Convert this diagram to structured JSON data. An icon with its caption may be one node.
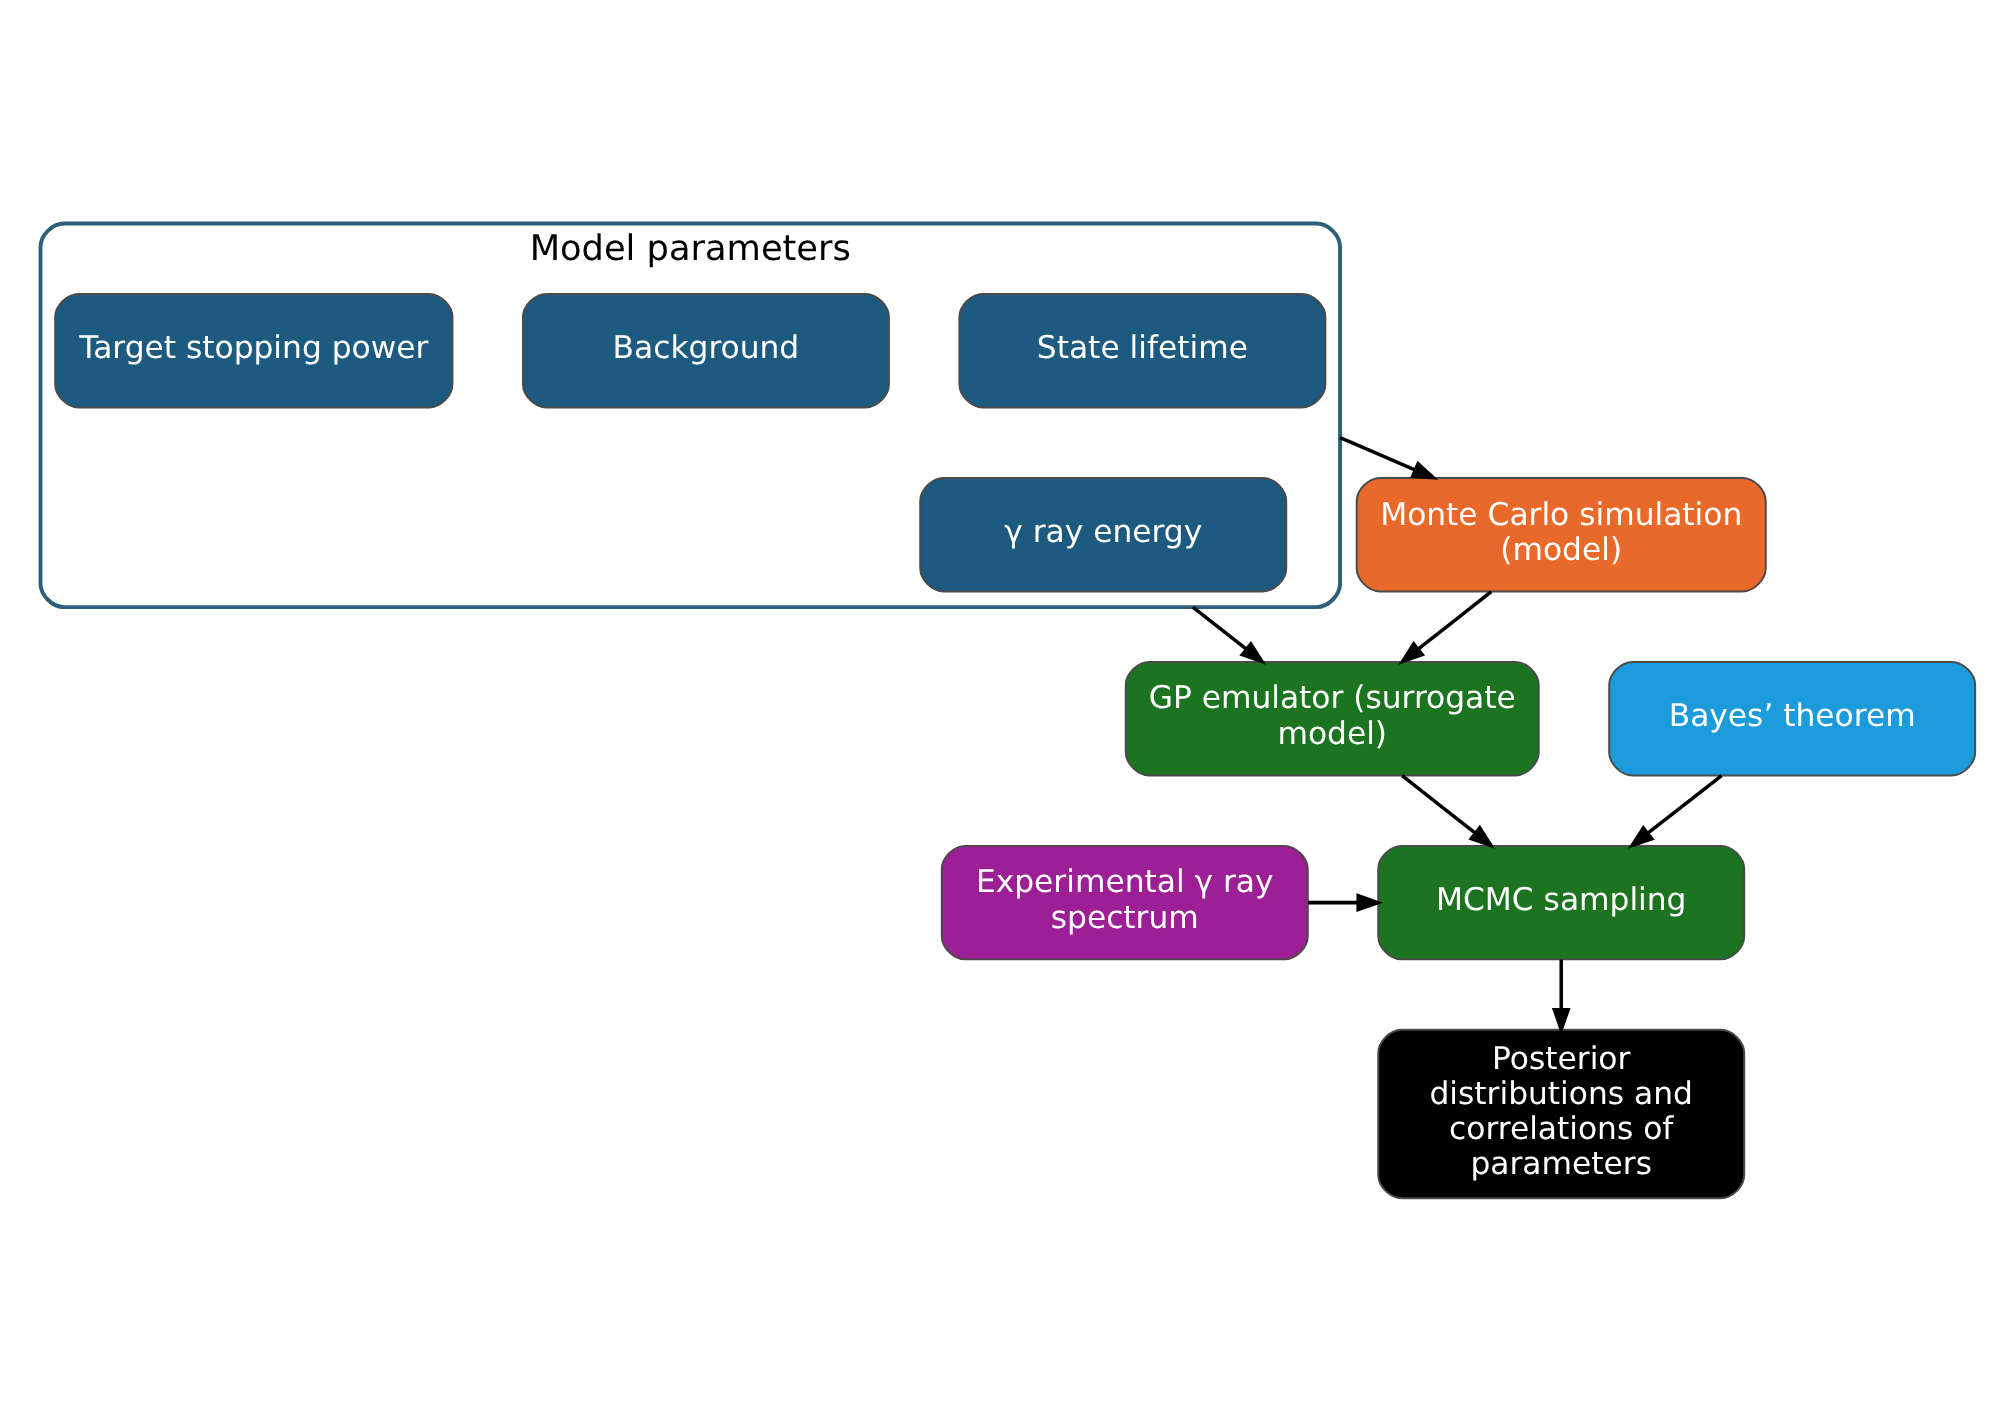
{
  "diagram": {
    "nodes": [
      {
        "text": [
          "Model parameters"
        ]
      },
      {
        "text": [
          "State lifetime"
        ],
        "in": 0
      },
      {
        "text": [
          "γ ray energy"
        ],
        "in": 0
      },
      {
        "text": [
          "Background"
        ],
        "in": 0
      },
      {
        "text": [
          "Target stopping power"
        ],
        "in": 0
      },
      {
        "text": [
          "Monte Carlo simulation (model)"
        ]
      },
      {
        "text": [
          "GP emulator (surrogate model)"
        ]
      },
      {
        "text": [
          "Experimental γ ray spectrum"
        ]
      },
      {
        "text": [
          "MCMC sampling"
        ]
      },
      {
        "text": [
          "Posterior distributions and correlations of parameters"
        ]
      },
      {
        "text": [
          "Bayes’ theorem"
        ]
      }
    ],
    "edges": [
      {
        "from": 0,
        "to": 5,
        "arrow": "to"
      },
      {
        "from": 0,
        "to": 6,
        "arrow": "to"
      },
      {
        "from": 5,
        "to": 6,
        "arrow": "to"
      },
      {
        "from": 6,
        "to": 8,
        "arrow": "to"
      },
      {
        "from": 7,
        "to": 8,
        "arrow": "to"
      },
      {
        "from": 8,
        "to": 9,
        "arrow": "to"
      },
      {
        "from": 10,
        "to": 8,
        "arrow": "to"
      }
    ]
  }
}
